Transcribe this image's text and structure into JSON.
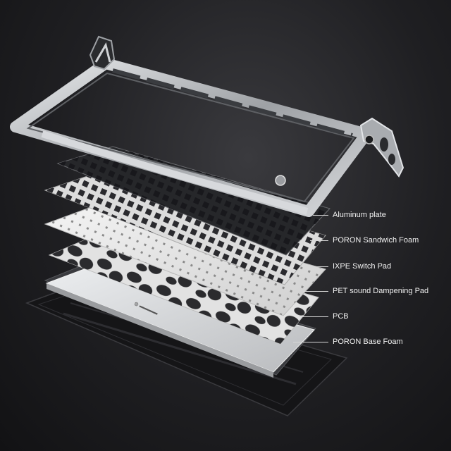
{
  "diagram": {
    "layers": [
      {
        "label": "Aluminum plate"
      },
      {
        "label": "PORON Sandwich Foam"
      },
      {
        "label": "IXPE Switch Pad"
      },
      {
        "label": "PET sound Dampening Pad"
      },
      {
        "label": "PCB"
      },
      {
        "label": "PORON Base Foam"
      }
    ]
  },
  "colors": {
    "frame": "#bfc2c6",
    "plate": "#2a2b2e",
    "foam": "#4a4b4f",
    "ixpe": "#e6e6e6",
    "pet": "#2a2a2c",
    "pcb": "#d9dadc",
    "base": "#1a1a1c",
    "label_text": "#f2f2f2"
  }
}
